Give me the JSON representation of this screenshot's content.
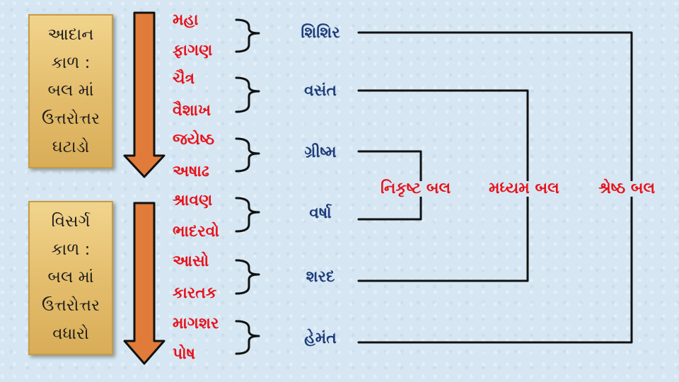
{
  "kala": [
    {
      "lines": [
        "આદાન",
        "કાળ :",
        "બલ માં",
        "ઉત્તરોત્તર",
        "ઘટાડો"
      ]
    },
    {
      "lines": [
        "વિસર્ગ",
        "કાળ :",
        "બલ માં",
        "ઉત્તરોત્તર",
        "વધારો"
      ]
    }
  ],
  "seasons": [
    {
      "ritu": "શિશિર",
      "months": [
        "મહા",
        "ફાગણ"
      ]
    },
    {
      "ritu": "વસંત",
      "months": [
        "ચૈત્ર",
        "વૈશાખ"
      ]
    },
    {
      "ritu": "ગ્રીષ્મ",
      "months": [
        "જયેષ્ઠ",
        "અષાઢ"
      ]
    },
    {
      "ritu": "વર્ષા",
      "months": [
        "શ્રાવણ",
        "ભાદરવો"
      ]
    },
    {
      "ritu": "શરદ",
      "months": [
        "આસો",
        "કારતક"
      ]
    },
    {
      "ritu": "હેમંત",
      "months": [
        "માગશર",
        "પોષ"
      ]
    }
  ],
  "bala": {
    "nikrushta": "નિકૃષ્ટ બલ",
    "madhyam": "મધ્યમ બલ",
    "shreshtha": "શ્રેષ્ઠ બલ"
  },
  "colors": {
    "arrow": "#e07b3a",
    "month_text": "#e8131b",
    "ritu_text": "#1f3d7a",
    "box": "#e3bc6b"
  }
}
